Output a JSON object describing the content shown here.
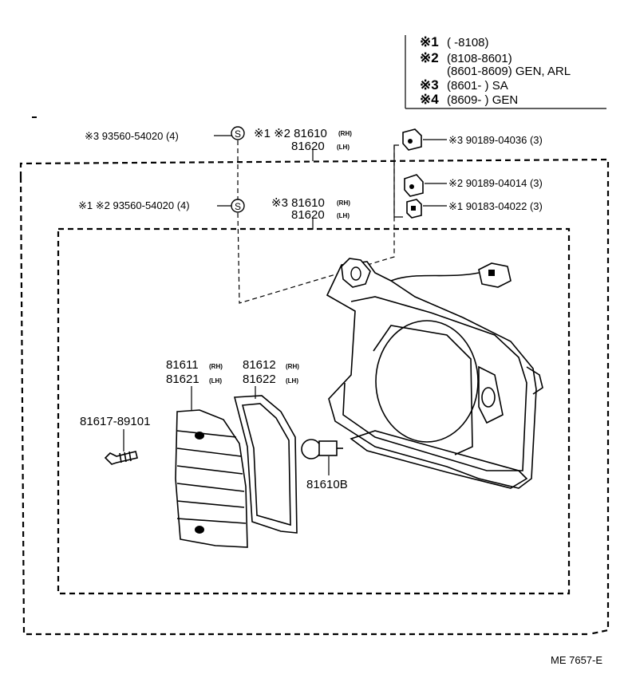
{
  "legend": [
    {
      "mark": "※1",
      "text": "(        -8108)"
    },
    {
      "mark": "※2",
      "text": "(8108-8601)"
    },
    {
      "mark": "",
      "text": "(8601-8609) GEN, ARL"
    },
    {
      "mark": "※3",
      "text": "(8601-        ) SA"
    },
    {
      "mark": "※4",
      "text": "(8609-        ) GEN"
    }
  ],
  "labels": {
    "clip_top": "※3 93560-54020 (4)",
    "clip_mid": "※1 ※2 93560-54020 (4)",
    "lamp_outer_num1": "※1 ※2 81610",
    "lamp_outer_rh": "(RH)",
    "lamp_outer_num2": "81620",
    "lamp_outer_lh": "(LH)",
    "lamp_inner_num1": "※3 81610",
    "lamp_inner_rh": "(RH)",
    "lamp_inner_num2": "81620",
    "lamp_inner_lh": "(LH)",
    "nut1": "※3 90189-04036 (3)",
    "nut2": "※2 90189-04014 (3)",
    "nut3": "※1 90183-04022 (3)",
    "lens_num1": "81611",
    "lens_rh": "(RH)",
    "lens_num2": "81621",
    "lens_lh": "(LH)",
    "gasket_num1": "81612",
    "gasket_rh": "(RH)",
    "gasket_num2": "81622",
    "gasket_lh": "(LH)",
    "screw": "81617-89101",
    "bulb": "81610B",
    "clip_symbol": "S",
    "figure_id": "ME 7657-E"
  }
}
